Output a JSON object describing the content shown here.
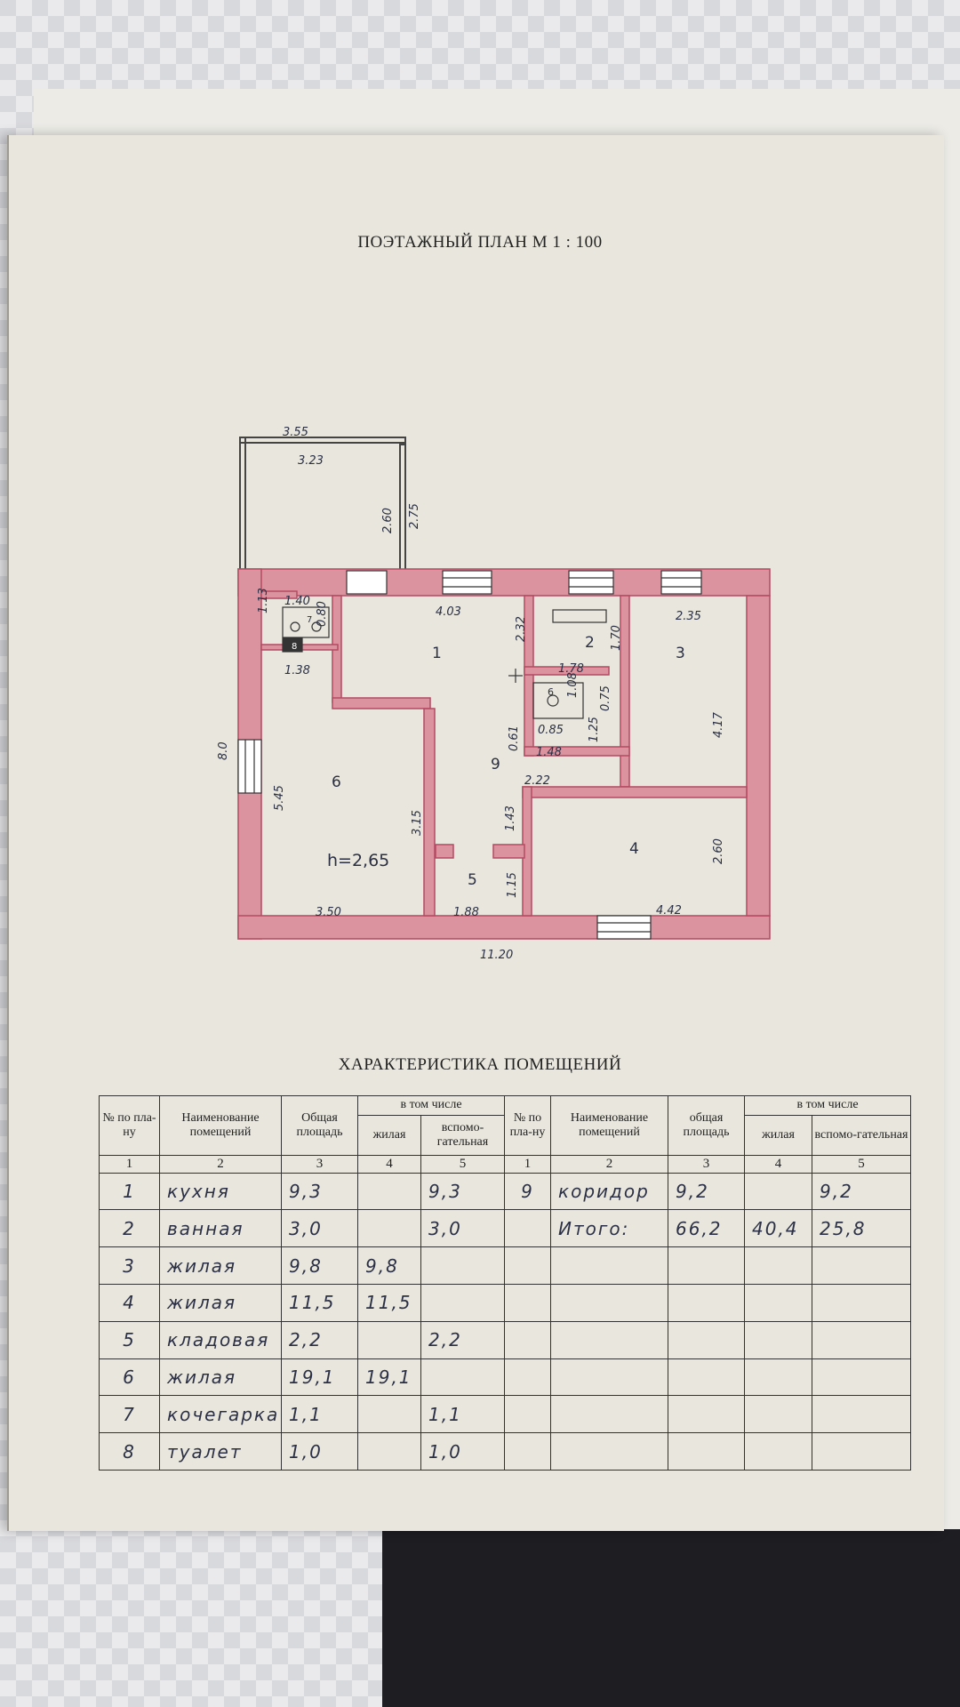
{
  "plan": {
    "title": "ПОЭТАЖНЫЙ ПЛАН  М 1 : 100",
    "room_labels": [
      "1",
      "2",
      "3",
      "4",
      "5",
      "6",
      "9",
      "6",
      "7",
      "8"
    ],
    "height_label": "h=2,65",
    "dimensions": {
      "balcony_outer": "3.55",
      "balcony_inner": "3.23",
      "balcony_h1": "2.60",
      "balcony_h2": "2.75",
      "kitchen_w": "4.03",
      "kitchen_h": "2.32",
      "bath_w": "1.78",
      "bath_h": "1.70",
      "room3_w": "2.35",
      "room3_h": "4.17",
      "small_w1": "1.40",
      "small_h1": "1.13",
      "small_h2": "0.80",
      "small_w2": "1.38",
      "total_h": "8.0",
      "room6_h": "5.45",
      "room6_w": "3.50",
      "total_w": "11.20",
      "wc_w": "0.85",
      "wc_h": "1.08",
      "wc_h2": "0.75",
      "wc_h3": "1.25",
      "wc_w2": "1.48",
      "corr_a": "0.61",
      "corr_w": "2.22",
      "corr_h": "1.43",
      "corr_h2": "3.15",
      "pantry_w": "1.88",
      "pantry_h": "1.15",
      "room4_w": "4.42",
      "room4_h": "2.60"
    }
  },
  "table": {
    "title": "ХАРАКТЕРИСТИКА ПОМЕЩЕНИЙ",
    "headers": {
      "num": "№ по пла-ну",
      "name": "Наименование помещений",
      "total": "Общая площадь",
      "incl": "в том числе",
      "living": "жилая",
      "aux": "вспомо-гательная",
      "num_r": "№ по пла-ну",
      "name_r": "Наименование помещений",
      "total_r": "общая площадь",
      "incl_r": "в том числе",
      "living_r": "жилая",
      "aux_r": "вспомо-гательная"
    },
    "col_numbers": [
      "1",
      "2",
      "3",
      "4",
      "5",
      "1",
      "2",
      "3",
      "4",
      "5"
    ],
    "rows": [
      {
        "n": "1",
        "name": "кухня",
        "total": "9,3",
        "living": "",
        "aux": "9,3",
        "rn": "9",
        "rname": "коридор",
        "rtotal": "9,2",
        "rliving": "",
        "raux": "9,2"
      },
      {
        "n": "2",
        "name": "ванная",
        "total": "3,0",
        "living": "",
        "aux": "3,0",
        "rn": "",
        "rname": "Итого:",
        "rtotal": "66,2",
        "rliving": "40,4",
        "raux": "25,8"
      },
      {
        "n": "3",
        "name": "жилая",
        "total": "9,8",
        "living": "9,8",
        "aux": "",
        "rn": "",
        "rname": "",
        "rtotal": "",
        "rliving": "",
        "raux": ""
      },
      {
        "n": "4",
        "name": "жилая",
        "total": "11,5",
        "living": "11,5",
        "aux": "",
        "rn": "",
        "rname": "",
        "rtotal": "",
        "rliving": "",
        "raux": ""
      },
      {
        "n": "5",
        "name": "кладовая",
        "total": "2,2",
        "living": "",
        "aux": "2,2",
        "rn": "",
        "rname": "",
        "rtotal": "",
        "rliving": "",
        "raux": ""
      },
      {
        "n": "6",
        "name": "жилая",
        "total": "19,1",
        "living": "19,1",
        "aux": "",
        "rn": "",
        "rname": "",
        "rtotal": "",
        "rliving": "",
        "raux": ""
      },
      {
        "n": "7",
        "name": "кочегарка",
        "total": "1,1",
        "living": "",
        "aux": "1,1",
        "rn": "",
        "rname": "",
        "rtotal": "",
        "rliving": "",
        "raux": ""
      },
      {
        "n": "8",
        "name": "туалет",
        "total": "1,0",
        "living": "",
        "aux": "1,0",
        "rn": "",
        "rname": "",
        "rtotal": "",
        "rliving": "",
        "raux": ""
      }
    ]
  },
  "colors": {
    "wall": "#dc93a0",
    "wall_edge": "#b34a63",
    "ink": "#2a2f44",
    "paper": "#e9e7dd"
  }
}
